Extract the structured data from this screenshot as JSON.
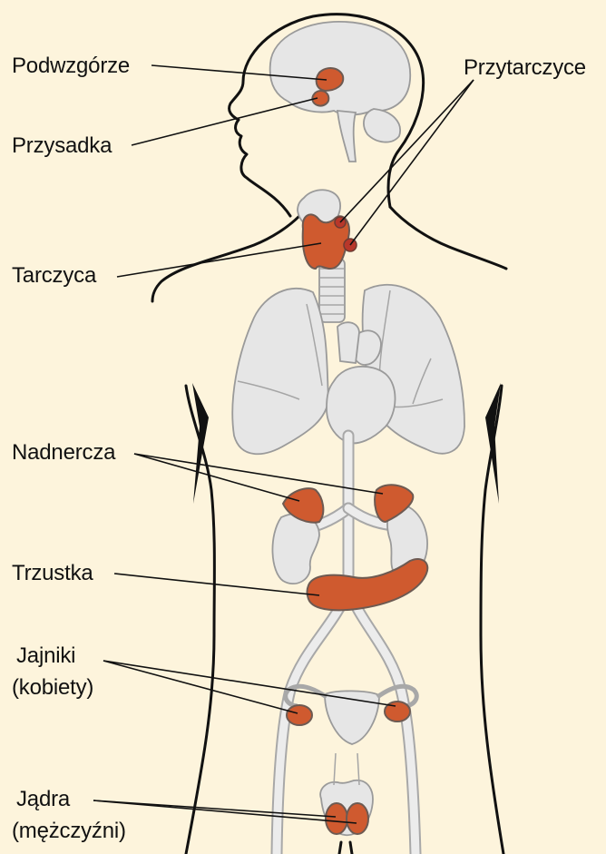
{
  "labels": {
    "hypothalamus": "Podwzgórze",
    "pituitary": "Przysadka",
    "parathyroid": "Przytarczyce",
    "thyroid": "Tarczyca",
    "adrenals": "Nadnercza",
    "pancreas": "Trzustka",
    "ovaries_line1": "Jajniki",
    "ovaries_line2": "(kobiety)",
    "testes_line1": "Jądra",
    "testes_line2": "(mężczyźni)"
  },
  "colors": {
    "background": "#fdf4dc",
    "gland": "#cf5a2f",
    "organ": "#e6e6e6",
    "outline": "#111111"
  }
}
